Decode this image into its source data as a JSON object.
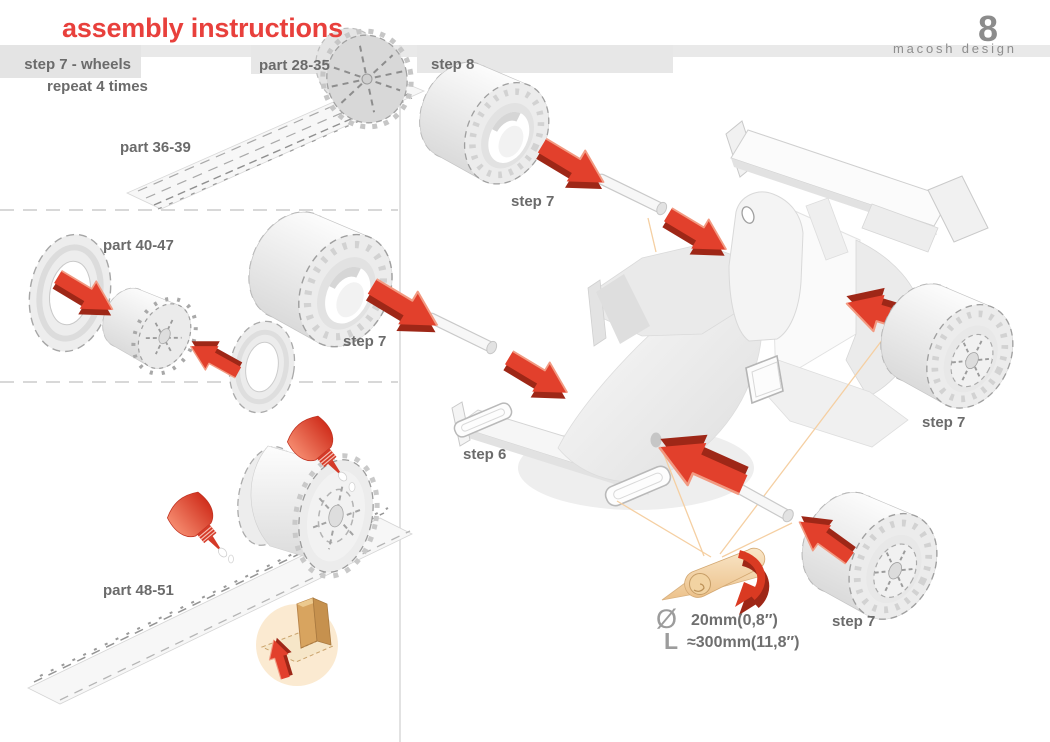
{
  "header": {
    "title": "assembly instructions",
    "page_number": "8",
    "brand": "macosh design"
  },
  "left_panel": {
    "section_label": "step 7 - wheels",
    "repeat_note": "repeat 4 times",
    "parts": {
      "wheel_discs": "part 28-35",
      "tread_strip": "part 36-39",
      "hub_rings": "part 40-47",
      "hub_strip": "part 48-51"
    },
    "wheel_step": "step 7"
  },
  "right_panel": {
    "section_label": "step 8",
    "front_wing_step": "step 6",
    "wheel_steps": {
      "top_wheel": "step 7",
      "side_wheel": "step 7",
      "bottom_wheel": "step 7"
    }
  },
  "axle_spec": {
    "diameter_symbol": "Ø",
    "diameter": "20mm(0,8″)",
    "length_symbol": "L",
    "length": "≈300mm(11,8″)"
  },
  "colors": {
    "title_red": "#e8403c",
    "arrow_red": "#e2402c",
    "label_gray": "#6b6b6b",
    "band_gray": "#e9e9e9",
    "paper_tan": "#f3d7ad",
    "guide_line_orange": "#f5cfa2"
  }
}
